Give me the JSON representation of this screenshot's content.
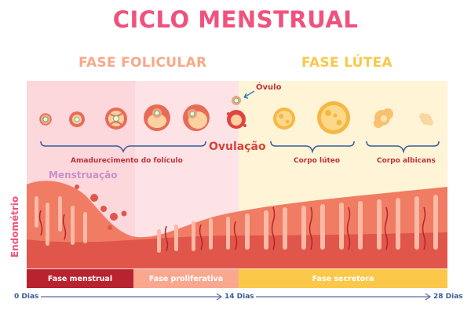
{
  "title": "CICLO MENSTRUAL",
  "phases": {
    "follicular": "FASE FOLICULAR",
    "luteal": "FASE LÚTEA"
  },
  "labels": {
    "ovulo": "Óvulo",
    "ovulacao": "Ovulação",
    "amadurecimento": "Amadurecimento do folículo",
    "corpo_luteo": "Corpo lúteo",
    "corpo_albicans": "Corpo albicans",
    "menstruacao": "Menstruação",
    "endometrio": "Endométrio"
  },
  "bar": {
    "menstrual": "Fase menstrual",
    "proliferativa": "Fase proliferativa",
    "secretora": "Fase secretora"
  },
  "timeline": {
    "start": "0 Dias",
    "mid": "14 Dias",
    "end": "28 Dias"
  },
  "colors": {
    "title": "#f0527e",
    "follicular_title": "#f6a98a",
    "luteal_title": "#f7c948",
    "follicular_bg": "#fde3e6",
    "luteal_bg": "#fff4d6",
    "dark_red": "#c0303c",
    "ovulacao": "#d9423a",
    "menstruacao": "#c890c9",
    "endometrium": "#f07c63",
    "bar_menstrual": "#b8232f",
    "bar_proliferativa": "#f9a88f",
    "bar_secretora": "#fcc84a"
  }
}
